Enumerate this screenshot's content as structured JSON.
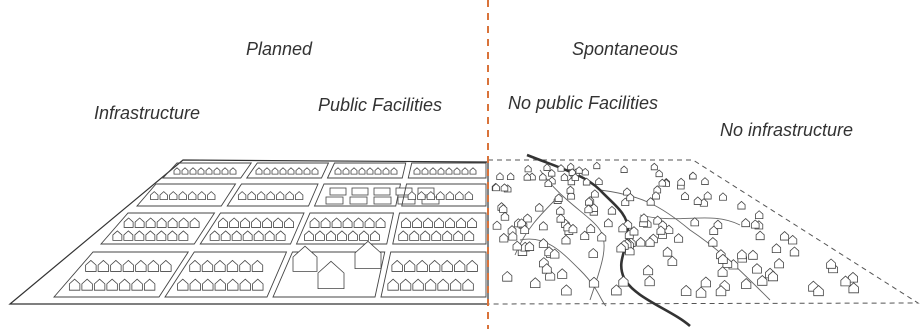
{
  "labels": {
    "planned": "Planned",
    "spontaneous": "Spontaneous",
    "infrastructure": "Infrastructure",
    "public_facilities": "Public Facilities",
    "no_public_facilities": "No public Facilities",
    "no_infrastructure": "No infrastructure"
  },
  "colors": {
    "divider": "#d9733a",
    "line": "#333333",
    "river": "#444444",
    "text": "#333333"
  }
}
